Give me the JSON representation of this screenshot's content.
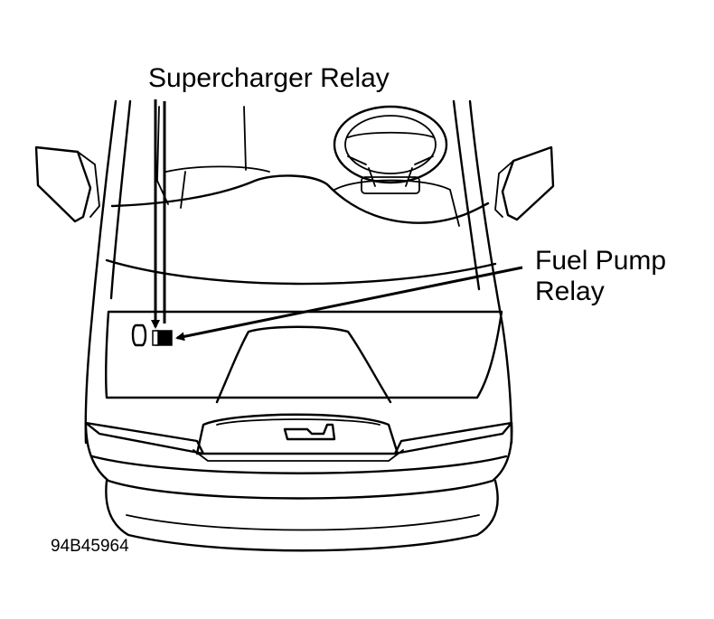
{
  "callouts": {
    "supercharger_relay": "Supercharger Relay",
    "fuel_pump_relay_line1": "Fuel Pump",
    "fuel_pump_relay_line2": "Relay"
  },
  "figure_code": "94B45964",
  "colors": {
    "ink": "#000000",
    "paper": "#ffffff"
  }
}
